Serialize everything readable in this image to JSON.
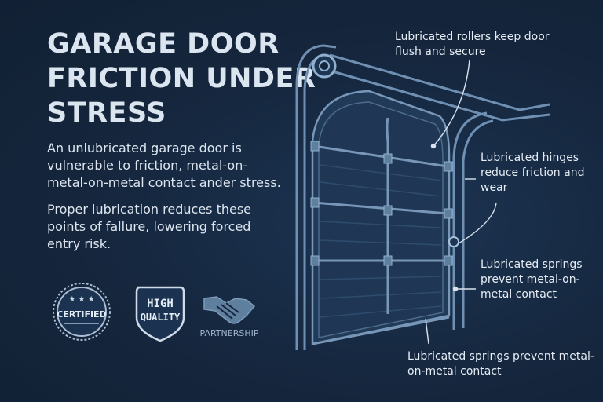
{
  "title": {
    "line1": "GARAGE DOOR",
    "line2": "FRICTION UNDER",
    "line3": "STRESS"
  },
  "intro": {
    "paragraph1": "An unlubricated garage door is vulnerable to friction, metal-on-metal-on-metal contact ander stress.",
    "paragraph2": "Proper lubrication reduces these points of fallure, lowering forced entry risk."
  },
  "badges": {
    "certified": "CERTIFIED",
    "high_quality_line1": "HIGH",
    "high_quality_line2": "QUALITY",
    "partnership": "PARTNERSHIP"
  },
  "callouts": {
    "rollers": "Lubricated rollers keep door flush and secure",
    "hinges": "Lubricated hinges reduce friction and wear",
    "springs_right": "Lubricated springs prevent metal-on-metal contact",
    "springs_bottom": "Lubricated springs prevent metal-on-metal contact"
  },
  "colors": {
    "background": "#15263d",
    "line_art": "#6f90b3",
    "panel": "#243d5c",
    "text": "#dde6f0"
  },
  "icons": [
    "star-icon",
    "handshake-icon",
    "shield-badge-icon",
    "certified-seal-icon"
  ]
}
